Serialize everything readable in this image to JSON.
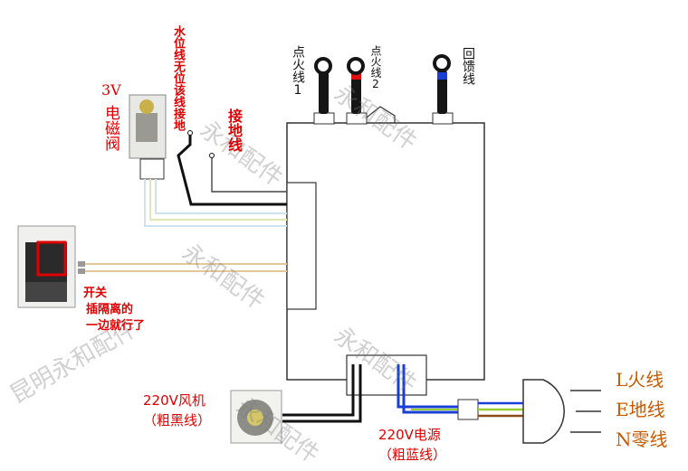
{
  "labels": {
    "fire1": "点火线1",
    "fire2": "点火线2",
    "feedback": "回馈线",
    "valve_voltage": "3V",
    "valve_name": "电磁阀",
    "water_level": "水位线无位该线接地",
    "ground_wire": "接地线",
    "switch": "开关",
    "switch_note_1": "插隔离的",
    "switch_note_2": "一边就行了",
    "fan_1": "220V风机",
    "fan_2": "（粗黑线）",
    "power_1": "220V电源",
    "power_2": "（粗蓝线）",
    "plug_l": "L火线",
    "plug_e": "E地线",
    "plug_n": "N零线"
  },
  "watermark": {
    "text": "永和配件",
    "text_long": "昆明永和配件"
  },
  "colors": {
    "label_red": "#e00000",
    "wire_black": "#111111",
    "wire_blue": "#1a3fd6",
    "wire_red": "#e01010",
    "wire_brown": "#8a4a1a",
    "wire_yg": "#9acd32",
    "plug_text": "#c85a00"
  }
}
